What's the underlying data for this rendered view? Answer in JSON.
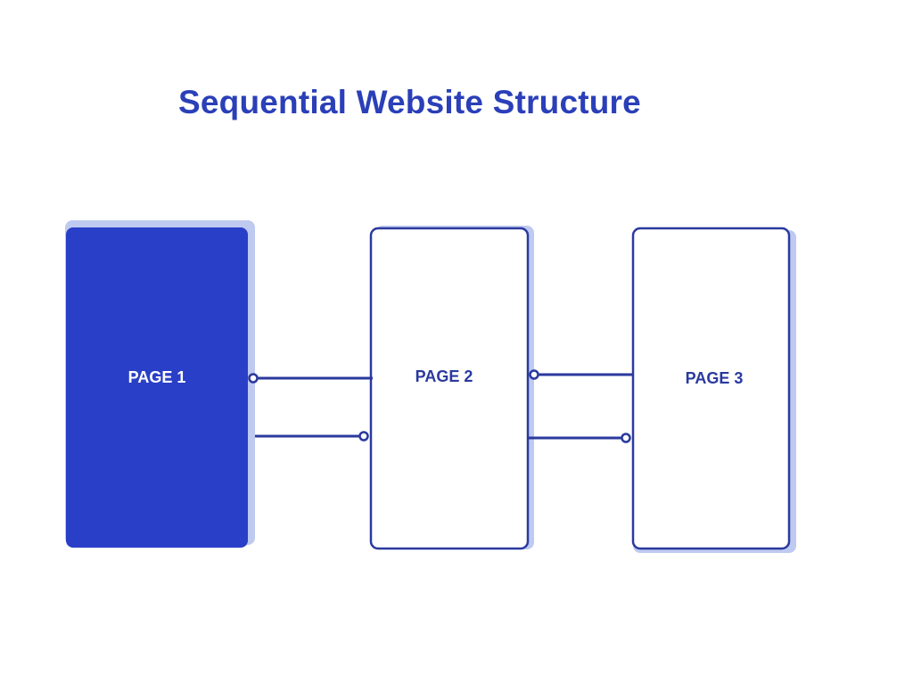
{
  "title": "Sequential Website Structure",
  "pages": [
    {
      "label": "PAGE 1",
      "filled": true
    },
    {
      "label": "PAGE 2",
      "filled": false
    },
    {
      "label": "PAGE 3",
      "filled": false
    }
  ],
  "colors": {
    "primary": "#2a3fc8",
    "stroke": "#2a3a9e",
    "shadow": "#bfcaf0",
    "title": "#2a3fb8",
    "background": "#ffffff"
  }
}
